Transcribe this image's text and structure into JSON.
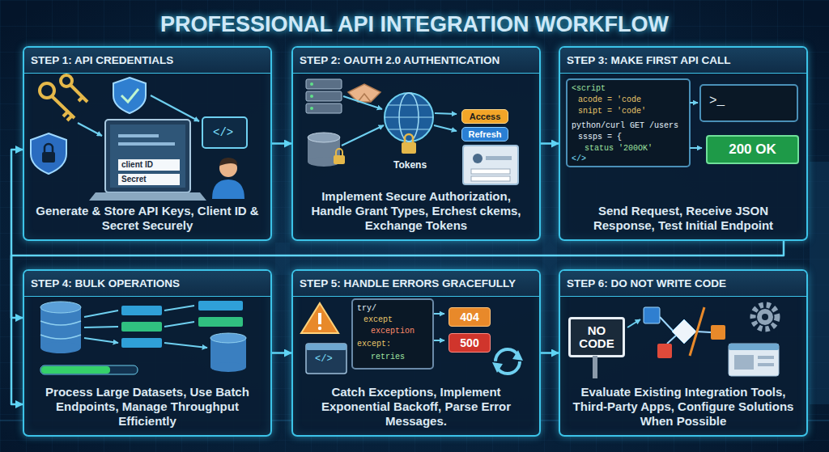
{
  "diagram": {
    "title": "PROFESSIONAL API INTEGRATION WORKFLOW",
    "nodes": [
      {
        "text": [
          "STEP 1: API CREDENTIALS",
          "Generate & Store API Keys, Client ID & Secret Securely"
        ]
      },
      {
        "text": [
          "STEP 2: OAUTH 2.0 AUTHENTICATION",
          "Implement Secure Authorization, Handle Grant Types, Erchest ckems, Exchange Tokens"
        ]
      },
      {
        "text": [
          "Access"
        ],
        "in": 1
      },
      {
        "text": [
          "Refresh"
        ],
        "in": 1
      },
      {
        "text": [
          "STEP 3: MAKE FIRST API CALL",
          "Send Request, Receive JSON Response, Test Initial Endpoint"
        ]
      },
      {
        "text": [
          "200 OK"
        ],
        "in": 4
      },
      {
        "text": [
          "STEP 4: BULK OPERATIONS",
          "Process Large Datasets, Use Batch Endpoints, Manage Throughput Efficiently"
        ]
      },
      {
        "text": [
          "STEP 5: HANDLE ERRORS GRACEFULLY",
          "Catch Exceptions, Implement Exponential Backoff, Parse Error Messages."
        ]
      },
      {
        "text": [
          "404"
        ],
        "in": 7
      },
      {
        "text": [
          "500"
        ],
        "in": 7
      },
      {
        "text": [
          "STEP 6: DO NOT WRITE CODE",
          "Evaluate Existing Integration Tools, Third-Party Apps, Configure Solutions When Possible"
        ]
      },
      {
        "text": [
          "NO CODE"
        ],
        "in": 10
      }
    ],
    "edges": [
      {
        "from": 0,
        "to": 1,
        "arrow": "to"
      },
      {
        "from": 1,
        "to": 4,
        "arrow": "to"
      },
      {
        "from": 4,
        "to": 6,
        "arrow": "to"
      },
      {
        "from": 6,
        "to": 7,
        "arrow": "to"
      },
      {
        "from": 7,
        "to": 10,
        "arrow": "to"
      },
      {
        "from": 6,
        "to": 0,
        "arrow": "both"
      }
    ],
    "labels": [
      "client ID",
      "Secret",
      "</>",
      "Tokens",
      "<script",
      "acode = 'code",
      "snipt = 'code'",
      "python/curl GET /users",
      "sssps = {",
      "status '200OK'",
      "</>",
      ">_",
      "try/",
      "except",
      "exception",
      "except:",
      "retries",
      "</>"
    ]
  }
}
